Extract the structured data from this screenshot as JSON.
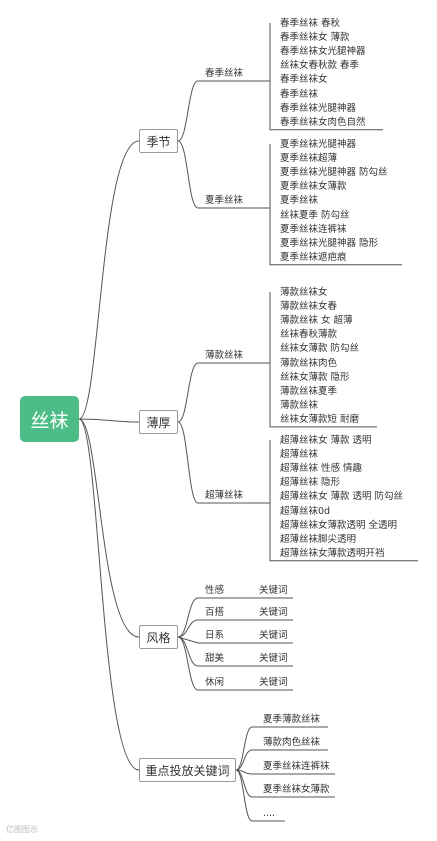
{
  "root": {
    "label": "丝袜"
  },
  "branches": {
    "season": {
      "label": "季节",
      "spring": {
        "label": "春季丝袜",
        "items": [
          "春季丝袜 春秋",
          "春季丝袜女 薄款",
          "春季丝袜女光腿神器",
          "丝袜女春秋款 春季",
          "春季丝袜女",
          "春季丝袜",
          "春季丝袜光腿神器",
          "春季丝袜女肉色自然"
        ]
      },
      "summer": {
        "label": "夏季丝袜",
        "items": [
          "夏季丝袜光腿神器",
          "夏季丝袜超薄",
          "夏季丝袜光腿神器 防勾丝",
          "夏季丝袜女薄款",
          "夏季丝袜",
          "丝袜夏季 防勾丝",
          "夏季丝袜连裤袜",
          "夏季丝袜光腿神器 隐形",
          "夏季丝袜遮疤痕"
        ]
      }
    },
    "thickness": {
      "label": "薄厚",
      "thin": {
        "label": "薄款丝袜",
        "items": [
          "薄款丝袜女",
          "薄款丝袜女春",
          "薄款丝袜 女 超薄",
          "丝袜春秋薄款",
          "丝袜女薄款 防勾丝",
          "薄款丝袜肉色",
          "丝袜女薄款 隐形",
          "薄款丝袜夏季",
          "薄款丝袜",
          "丝袜女薄款短 耐磨"
        ]
      },
      "ultrathin": {
        "label": "超薄丝袜",
        "items": [
          "超薄丝袜女 薄款 透明",
          "超薄丝袜",
          "超薄丝袜 性感 情趣",
          "超薄丝袜 隐形",
          "超薄丝袜女 薄款 透明 防勾丝",
          "超薄丝袜0d",
          "超薄丝袜女薄款透明 全透明",
          "超薄丝袜脚尖透明",
          "超薄丝袜女薄款透明开裆"
        ]
      }
    },
    "style": {
      "label": "风格",
      "items": [
        {
          "name": "性感",
          "value": "关键词"
        },
        {
          "name": "百搭",
          "value": "关键词"
        },
        {
          "name": "日系",
          "value": "关键词"
        },
        {
          "name": "甜美",
          "value": "关键词"
        },
        {
          "name": "休闲",
          "value": "关键词"
        }
      ]
    },
    "keywords": {
      "label": "重点投放关键词",
      "items": [
        "夏季薄款丝袜",
        "薄款肉色丝袜",
        "夏季丝袜连裤袜",
        "夏季丝袜女薄款",
        "...."
      ]
    }
  },
  "watermark": "亿图图示",
  "colors": {
    "root_fill": "#4dbd87",
    "line": "#555555",
    "underline": "#666666"
  }
}
